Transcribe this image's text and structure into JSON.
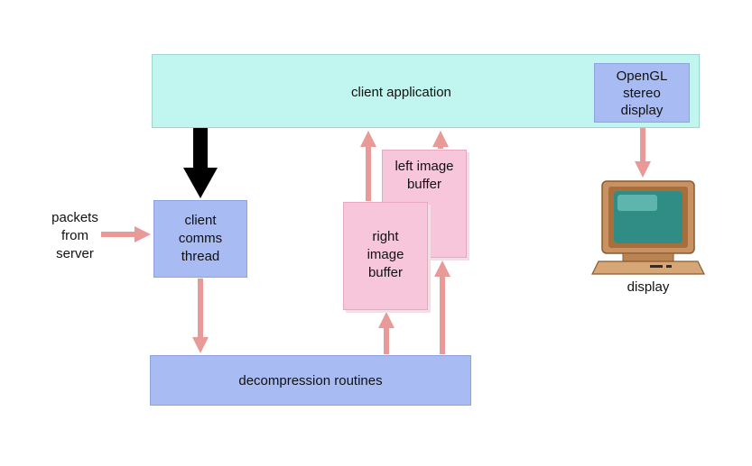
{
  "diagram": {
    "client_application": "client application",
    "opengl_display": "OpenGL\nstereo\ndisplay",
    "client_comms_thread": "client\ncomms\nthread",
    "packets_from_server": "packets\nfrom\nserver",
    "decompression_routines": "decompression routines",
    "left_image_buffer": "left image\nbuffer",
    "right_image_buffer": "right\nimage\nbuffer",
    "display_label": "display"
  },
  "colors": {
    "app_box": "#c0f6ef",
    "module_box": "#a8bbf2",
    "buffer_box": "#f8c6da",
    "arrow_pink": "#e79a98",
    "arrow_black": "#000000"
  }
}
